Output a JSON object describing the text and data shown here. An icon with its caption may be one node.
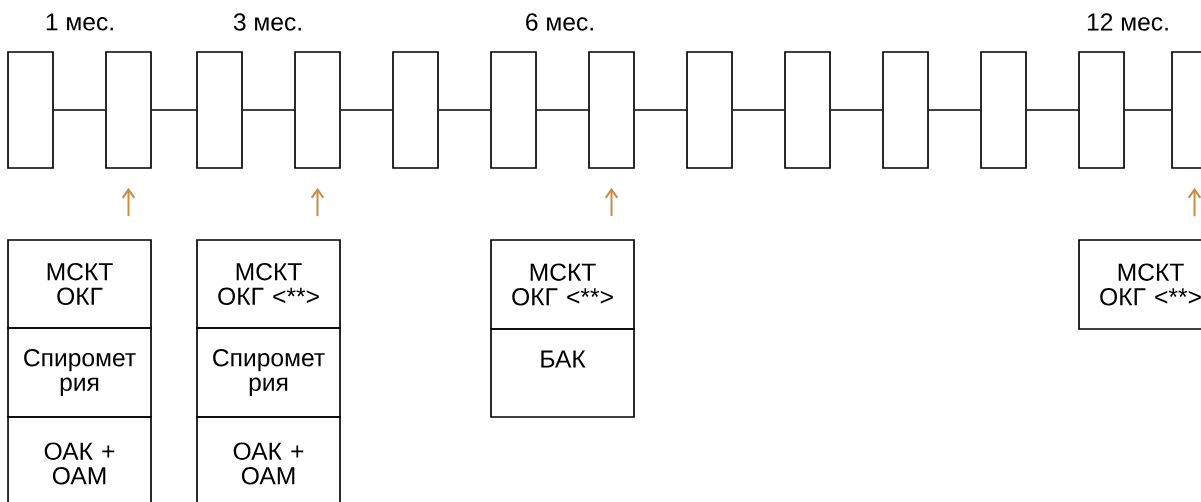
{
  "diagram": {
    "nodes": [
      {
        "text": [],
        "shape": "box"
      },
      {
        "text": [],
        "shape": "box"
      },
      {
        "text": [],
        "shape": "box"
      },
      {
        "text": [],
        "shape": "box"
      },
      {
        "text": [],
        "shape": "box"
      },
      {
        "text": [],
        "shape": "box"
      },
      {
        "text": [],
        "shape": "box"
      },
      {
        "text": [],
        "shape": "box"
      },
      {
        "text": [],
        "shape": "box"
      },
      {
        "text": [],
        "shape": "box"
      },
      {
        "text": [],
        "shape": "box"
      },
      {
        "text": [],
        "shape": "box"
      },
      {
        "text": [],
        "shape": "box"
      },
      {
        "text": [
          "МСКТ ОКГ"
        ]
      },
      {
        "text": [
          "Спиромет рия"
        ]
      },
      {
        "text": [
          "ОАК + ОАМ"
        ]
      },
      {
        "text": [
          "МСКТ ОКГ <**>"
        ]
      },
      {
        "text": [
          "Спиромет рия"
        ]
      },
      {
        "text": [
          "ОАК + ОАМ"
        ]
      },
      {
        "text": [
          "МСКТ ОКГ <**>"
        ]
      },
      {
        "text": [
          "БАК"
        ]
      },
      {
        "text": [
          "МСКТ ОКГ <**>"
        ]
      }
    ],
    "edges": [
      {
        "from": 0,
        "to": 1,
        "arrow": "none"
      },
      {
        "from": 1,
        "to": 2,
        "arrow": "none"
      },
      {
        "from": 2,
        "to": 3,
        "arrow": "none"
      },
      {
        "from": 3,
        "to": 4,
        "arrow": "none"
      },
      {
        "from": 4,
        "to": 5,
        "arrow": "none"
      },
      {
        "from": 5,
        "to": 6,
        "arrow": "none"
      },
      {
        "from": 6,
        "to": 7,
        "arrow": "none"
      },
      {
        "from": 7,
        "to": 8,
        "arrow": "none"
      },
      {
        "from": 8,
        "to": 9,
        "arrow": "none"
      },
      {
        "from": 9,
        "to": 10,
        "arrow": "none"
      },
      {
        "from": 10,
        "to": 11,
        "arrow": "none"
      },
      {
        "from": 11,
        "to": 12,
        "arrow": "none"
      },
      {
        "from": 13,
        "to": 1,
        "arrow": "to",
        "color": "#c88c46"
      },
      {
        "from": 16,
        "to": 3,
        "arrow": "to",
        "color": "#c88c46"
      },
      {
        "from": 19,
        "to": 6,
        "arrow": "to",
        "color": "#c88c46"
      },
      {
        "from": 21,
        "to": 12,
        "arrow": "to",
        "color": "#c88c46"
      }
    ],
    "labels": [
      "1 мес.",
      "3 мес.",
      "6 мес.",
      "12 мес."
    ]
  }
}
